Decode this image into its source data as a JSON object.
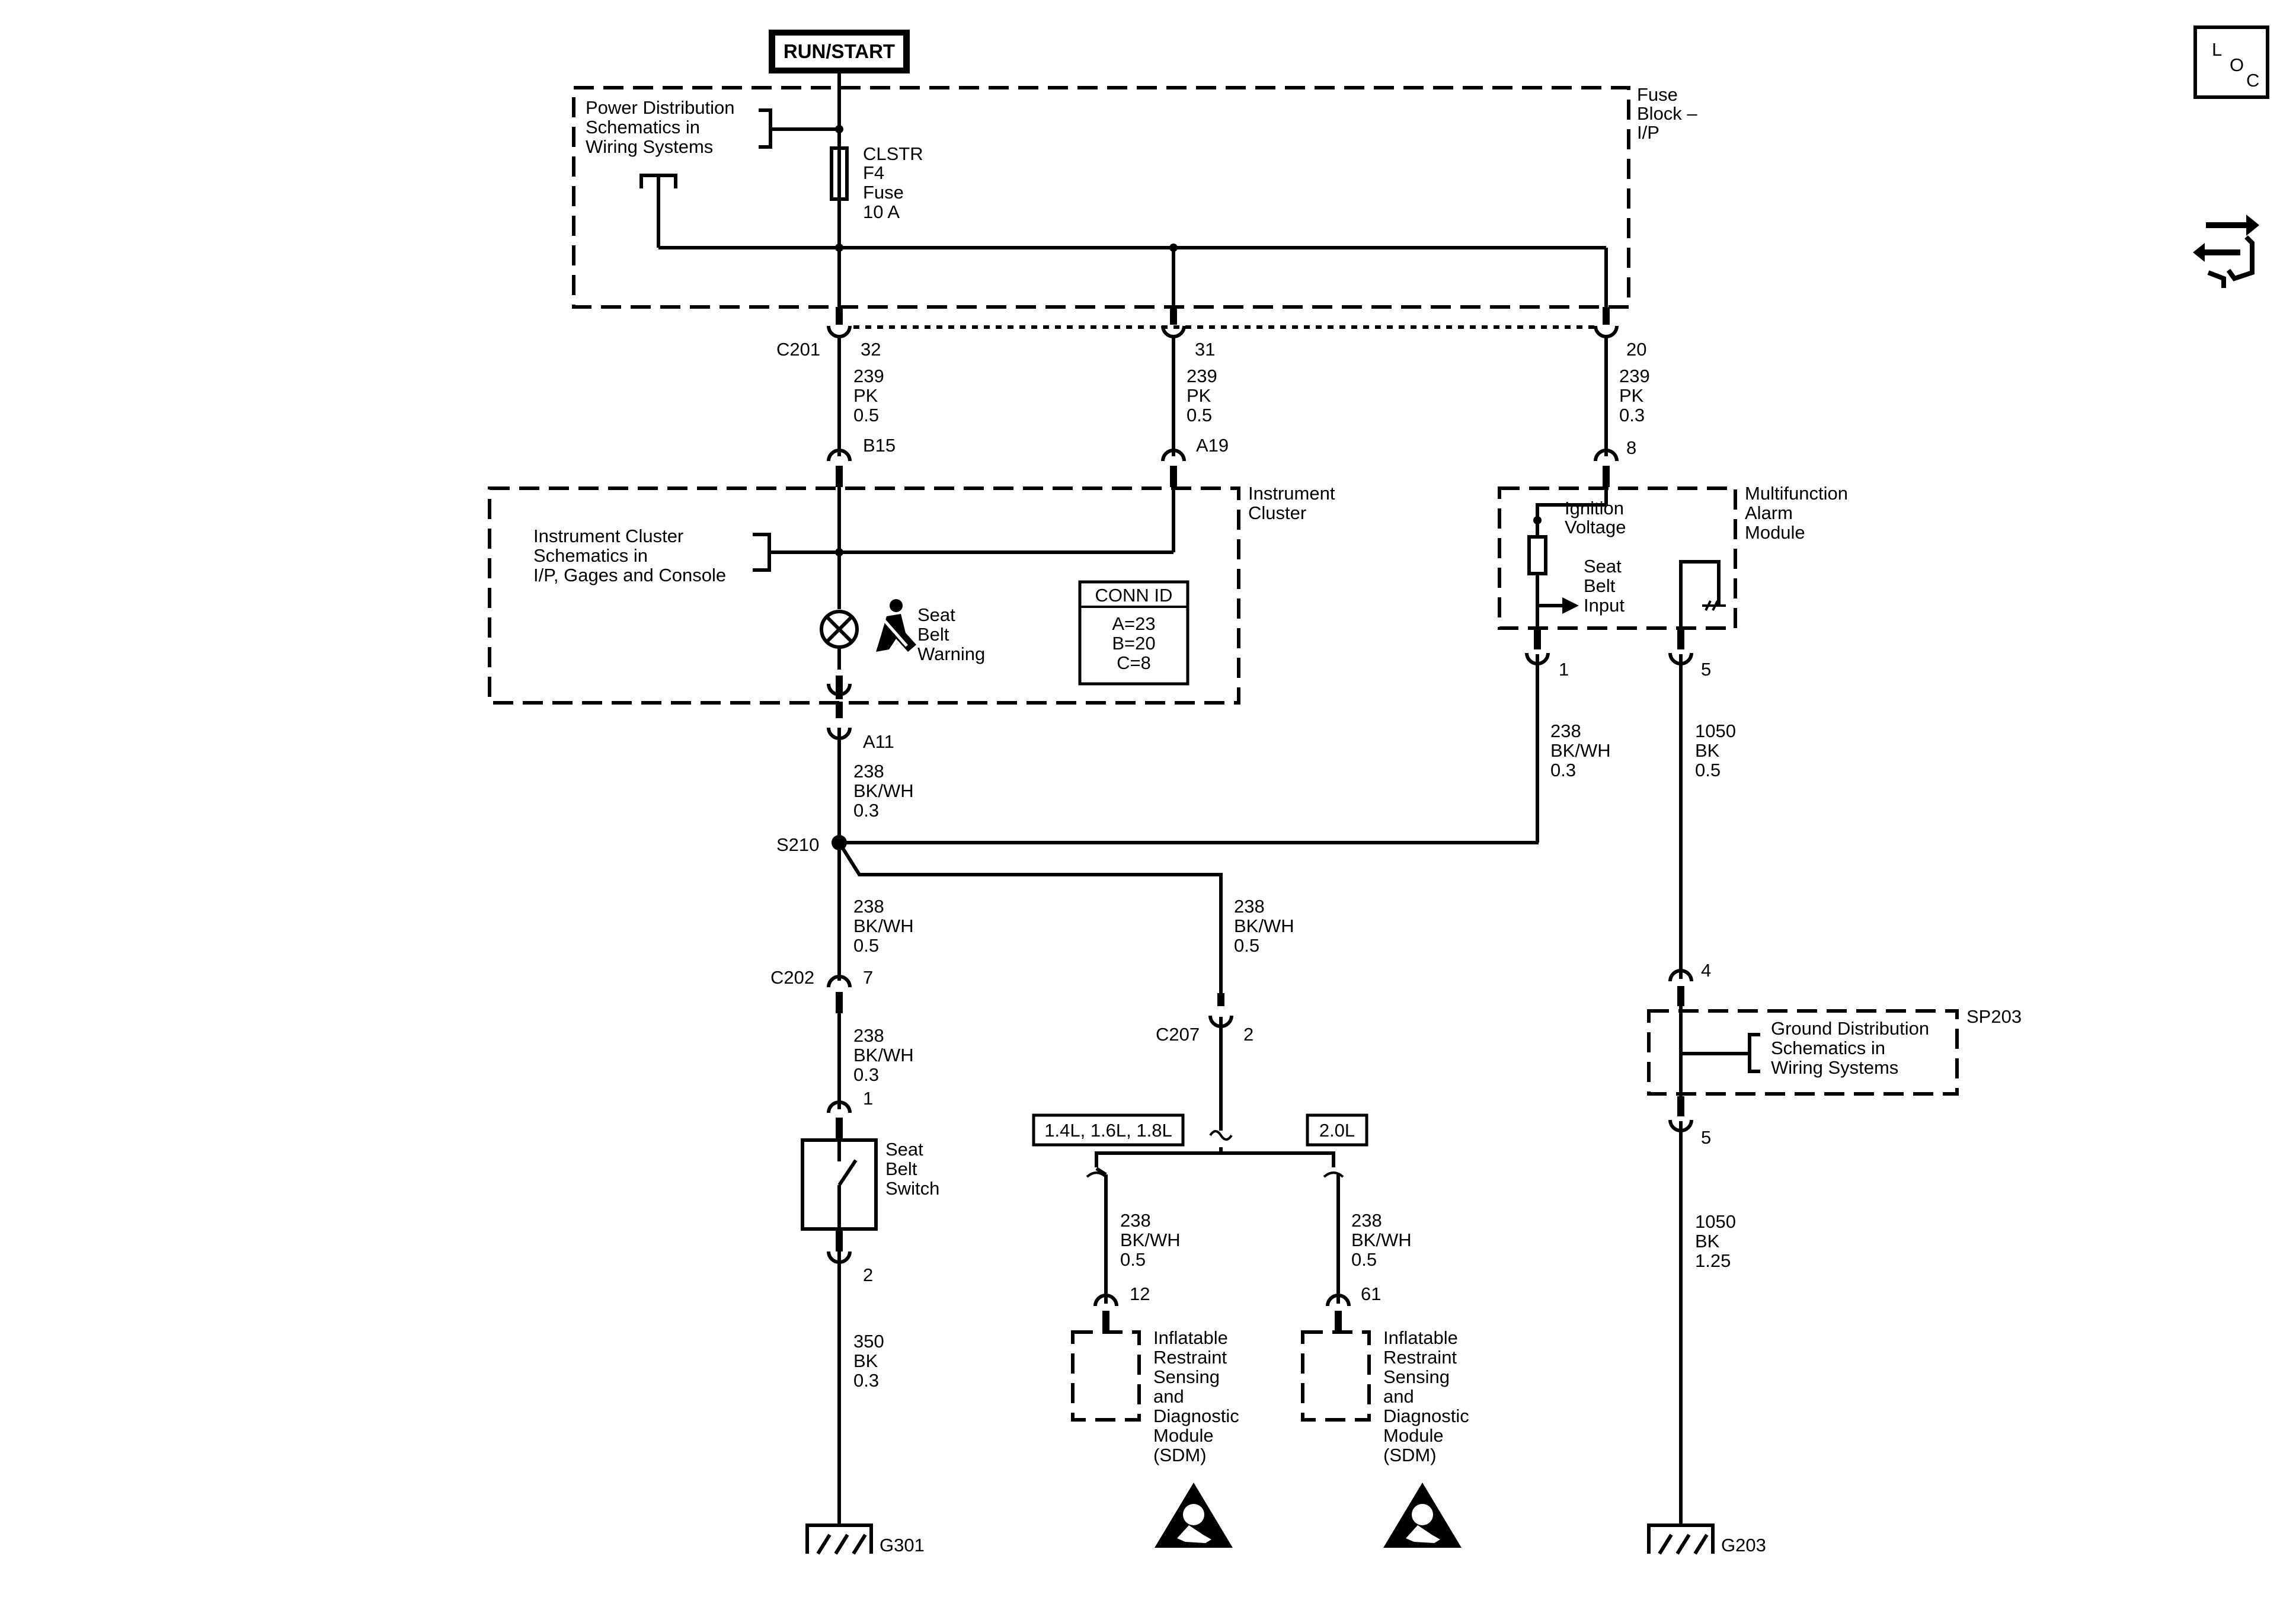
{
  "supply": {
    "label": "RUN/START"
  },
  "fuse_block": {
    "title": [
      "Fuse",
      "Block –",
      "I/P"
    ],
    "ref": [
      "Power Distribution",
      "Schematics in",
      "Wiring Systems"
    ],
    "fuse": [
      "CLSTR",
      "F4",
      "Fuse",
      "10 A"
    ]
  },
  "c201": {
    "name": "C201",
    "pins": [
      "32",
      "31",
      "20"
    ]
  },
  "wires": {
    "w32": [
      "239",
      "PK",
      "0.5"
    ],
    "w31": [
      "239",
      "PK",
      "0.5"
    ],
    "w20": [
      "239",
      "PK",
      "0.3"
    ],
    "a11": [
      "238",
      "BK/WH",
      "0.3"
    ],
    "s210_down": [
      "238",
      "BK/WH",
      "0.5"
    ],
    "s210_branch": [
      "238",
      "BK/WH",
      "0.5"
    ],
    "c202_down": [
      "238",
      "BK/WH",
      "0.3"
    ],
    "switch_ground": [
      "350",
      "BK",
      "0.3"
    ],
    "sdm_left": [
      "238",
      "BK/WH",
      "0.5"
    ],
    "sdm_right": [
      "238",
      "BK/WH",
      "0.5"
    ],
    "mam_pin1": [
      "238",
      "BK/WH",
      "0.3"
    ],
    "mam_pin5": [
      "1050",
      "BK",
      "0.5"
    ],
    "g203": [
      "1050",
      "BK",
      "1.25"
    ]
  },
  "cluster": {
    "title": [
      "Instrument",
      "Cluster"
    ],
    "ref": [
      "Instrument Cluster",
      "Schematics in",
      "I/P, Gages and Console"
    ],
    "pin_b15": "B15",
    "pin_a19": "A19",
    "pin_a11": "A11",
    "lamp": [
      "Seat",
      "Belt",
      "Warning"
    ],
    "conn_id": {
      "title": "CONN ID",
      "lines": [
        "A=23",
        "B=20",
        "C=8"
      ]
    }
  },
  "alarm_module": {
    "title": [
      "Multifunction",
      "Alarm",
      "Module"
    ],
    "pin_in": "8",
    "ignition": [
      "Ignition",
      "Voltage"
    ],
    "seat_input": [
      "Seat",
      "Belt",
      "Input"
    ],
    "pin_1": "1",
    "pin_5": "5"
  },
  "splice": {
    "name": "S210"
  },
  "c202": {
    "name": "C202",
    "pin": "7"
  },
  "switch": {
    "label": [
      "Seat",
      "Belt",
      "Switch"
    ],
    "pin_top": "1",
    "pin_bottom": "2"
  },
  "c207": {
    "name": "C207",
    "pin": "2"
  },
  "engines": {
    "left": "1.4L, 1.6L, 1.8L",
    "right": "2.0L"
  },
  "sdm_left": {
    "pin": "12",
    "label": [
      "Inflatable",
      "Restraint",
      "Sensing",
      "and",
      "Diagnostic",
      "Module",
      "(SDM)"
    ]
  },
  "sdm_right": {
    "pin": "61",
    "label": [
      "Inflatable",
      "Restraint",
      "Sensing",
      "and",
      "Diagnostic",
      "Module",
      "(SDM)"
    ]
  },
  "sp203": {
    "name": "SP203",
    "pin_top": "4",
    "pin_bottom": "5",
    "ref": [
      "Ground Distribution",
      "Schematics in",
      "Wiring Systems"
    ]
  },
  "grounds": {
    "left": "G301",
    "right": "G203"
  },
  "loc_icon": {
    "letters": [
      "L",
      "O",
      "C"
    ]
  },
  "icons": [
    "loc-icon",
    "connector-end-view-icon",
    "seat-belt-icon",
    "airbag-warning-icon",
    "ground-icon",
    "switch-icon",
    "bulb-icon"
  ]
}
